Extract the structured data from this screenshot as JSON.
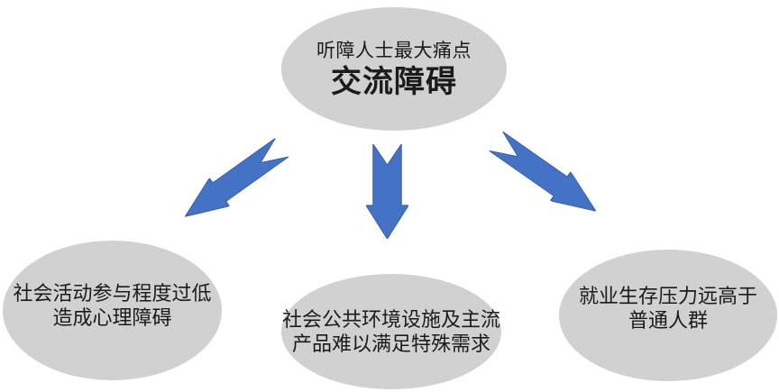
{
  "diagram": {
    "type": "radiating-cause-effect",
    "colors": {
      "background": "#ffffff",
      "node_fill": "#d1d1d1",
      "arrow_fill": "#4472c4",
      "arrow_stroke": "#3a63ae",
      "text": "#1b1b1b"
    },
    "root": {
      "subtitle": "听障人士最大痛点",
      "title": "交流障碍"
    },
    "branches": [
      {
        "id": "left",
        "line1": "社会活动参与程度过低",
        "line2": "造成心理障碍"
      },
      {
        "id": "middle",
        "line1": "社会公共环境设施及主流",
        "line2": "产品难以满足特殊需求"
      },
      {
        "id": "right",
        "line1": "就业生存压力远高于",
        "line2": "普通人群"
      }
    ],
    "arrows": [
      {
        "id": "to-left",
        "direction": "down-left"
      },
      {
        "id": "to-middle",
        "direction": "down"
      },
      {
        "id": "to-right",
        "direction": "down-right"
      }
    ]
  }
}
